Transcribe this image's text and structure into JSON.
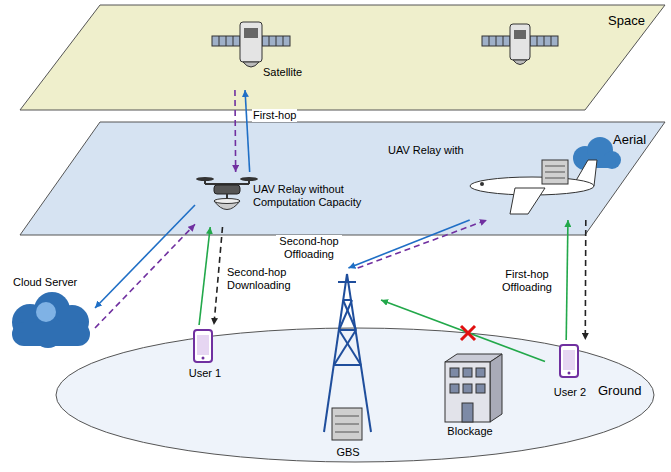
{
  "diagram": {
    "nodes": [
      {
        "text": [
          "Space"
        ]
      },
      {
        "text": [
          "Satellite"
        ],
        "in": 0
      },
      {
        "text": [
          "Aerial"
        ]
      },
      {
        "text": [
          "UAV Relay without Computation Capacity"
        ],
        "in": 2
      },
      {
        "text": [
          "UAV Relay with"
        ],
        "in": 2
      },
      {
        "text": [
          "Cloud Server"
        ]
      },
      {
        "text": [
          "Ground"
        ]
      },
      {
        "text": [
          "User 1"
        ],
        "in": 6
      },
      {
        "text": [
          "GBS"
        ],
        "in": 6
      },
      {
        "text": [
          "Blockage"
        ],
        "in": 6
      },
      {
        "text": [
          "User 2"
        ],
        "in": 6
      }
    ],
    "edges": [
      {
        "from": 3,
        "to": 1,
        "arrow": "to",
        "label": "First-hop"
      },
      {
        "from": 1,
        "to": 3,
        "arrow": "to"
      },
      {
        "from": 3,
        "to": 5,
        "arrow": "to"
      },
      {
        "from": 5,
        "to": 3,
        "arrow": "to"
      },
      {
        "from": 7,
        "to": 3,
        "arrow": "to",
        "label": "Second-hop Downloading"
      },
      {
        "from": 3,
        "to": 7,
        "arrow": "to"
      },
      {
        "from": 4,
        "to": 8,
        "arrow": "to",
        "label": "Second-hop Offloading"
      },
      {
        "from": 8,
        "to": 4,
        "arrow": "to"
      },
      {
        "from": 10,
        "to": 4,
        "arrow": "to",
        "label": "First-hop Offloading"
      },
      {
        "from": 4,
        "to": 10,
        "arrow": "to"
      },
      {
        "from": 10,
        "to": 8,
        "arrow": "to"
      }
    ]
  }
}
